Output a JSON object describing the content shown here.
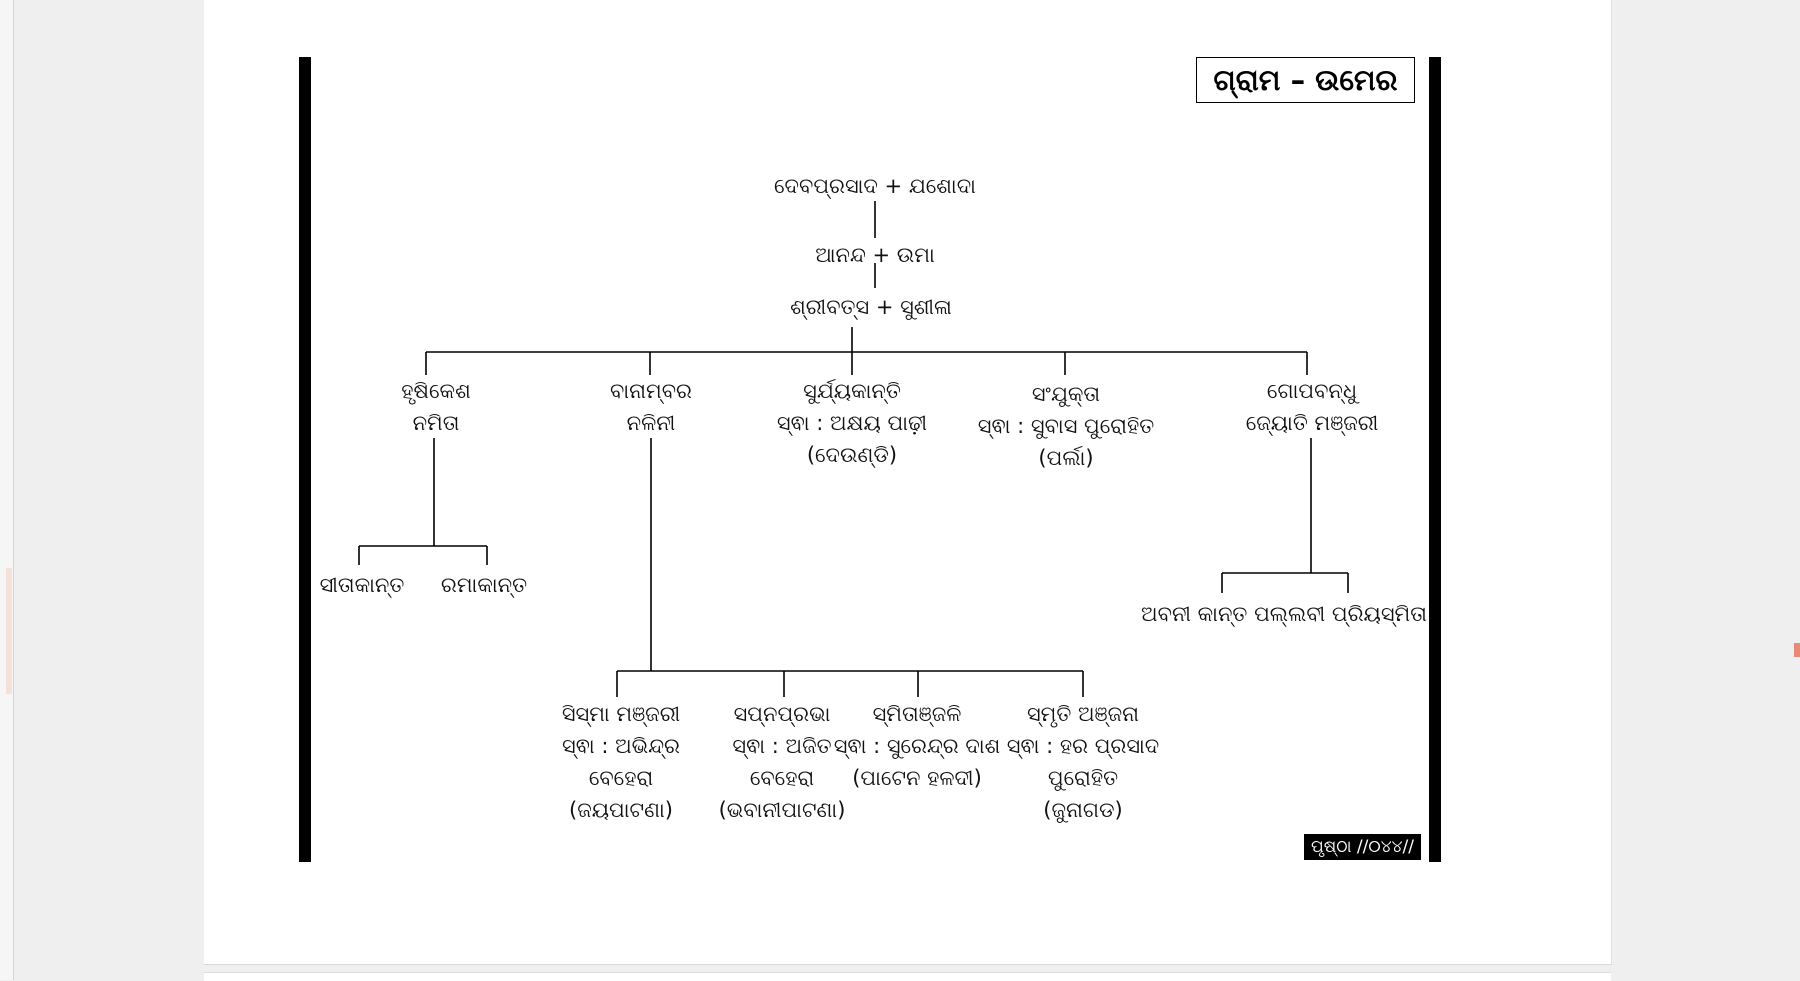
{
  "document": {
    "title": "ଗ୍ରାମ – ଉମେର",
    "page_number": "ପୃଷ୍ଠା //୦୪୪//"
  },
  "tree": {
    "gen1": "ଦେବପ୍ରସାଦ  +  ଯଶୋଦା",
    "gen2": "ଆନନ୍ଦ  +  ଉମା",
    "gen3": "ଶ୍ରୀବତ୍ସ  + ସୁଶୀଳା",
    "children": [
      {
        "lines": [
          "ହୃଷିକେଶ",
          "ନମିତା"
        ]
      },
      {
        "lines": [
          "ବାନାମ୍ବର",
          "ନଳିନୀ"
        ]
      },
      {
        "lines": [
          "ସୁର୍ଯ୍ୟକାନ୍ତି",
          "ସ୍ଵା : ଅକ୍ଷୟ ପାଢ଼ୀ",
          "(ଦେଉଣ୍ଡି)"
        ]
      },
      {
        "lines": [
          "ସଂଯୁକ୍ତା",
          "ସ୍ଵା : ସୁବାସ ପୁରୋହିତ",
          "(ପର୍ଲା)"
        ]
      },
      {
        "lines": [
          "ଗୋପବନ୍ଧୁ",
          "ଜ୍ୟୋତି ମଞ୍ଜରୀ"
        ]
      }
    ],
    "hrushikesh_children": [
      "ସୀତାକାନ୍ତ",
      "ରମାକାନ୍ତ"
    ],
    "gopabandhu_children": "ଅବନୀ କାନ୍ତ  ପଲ୍ଲବୀ ପ୍ରିୟସ୍ମିତା",
    "banambar_children": [
      {
        "lines": [
          "ସିସ୍ମା ମଞ୍ଜରୀ",
          "ସ୍ଵା : ଅଭିନ୍ଦ୍ର",
          "ବେହେରା",
          "(ଜୟପାଟଣା)"
        ]
      },
      {
        "lines": [
          "ସପ୍ନପ୍ରଭା",
          "ସ୍ଵା : ଅଜିତ",
          "ବେହେରା",
          "(ଭବାନୀପାଟଣା)"
        ]
      },
      {
        "lines": [
          "ସ୍ମିତାଞ୍ଜଳି",
          "ସ୍ଵା : ସୁରେନ୍ଦ୍ର ଦାଶ",
          "(ପାଟେନ ହଳଦୀ)"
        ]
      },
      {
        "lines": [
          "ସ୍ମୃତି ଅଞ୍ଜନା",
          "ସ୍ଵା : ହର ପ୍ରସାଦ",
          "ପୁରୋହିତ",
          "(ଜୁନାଗଡ)"
        ]
      }
    ]
  }
}
